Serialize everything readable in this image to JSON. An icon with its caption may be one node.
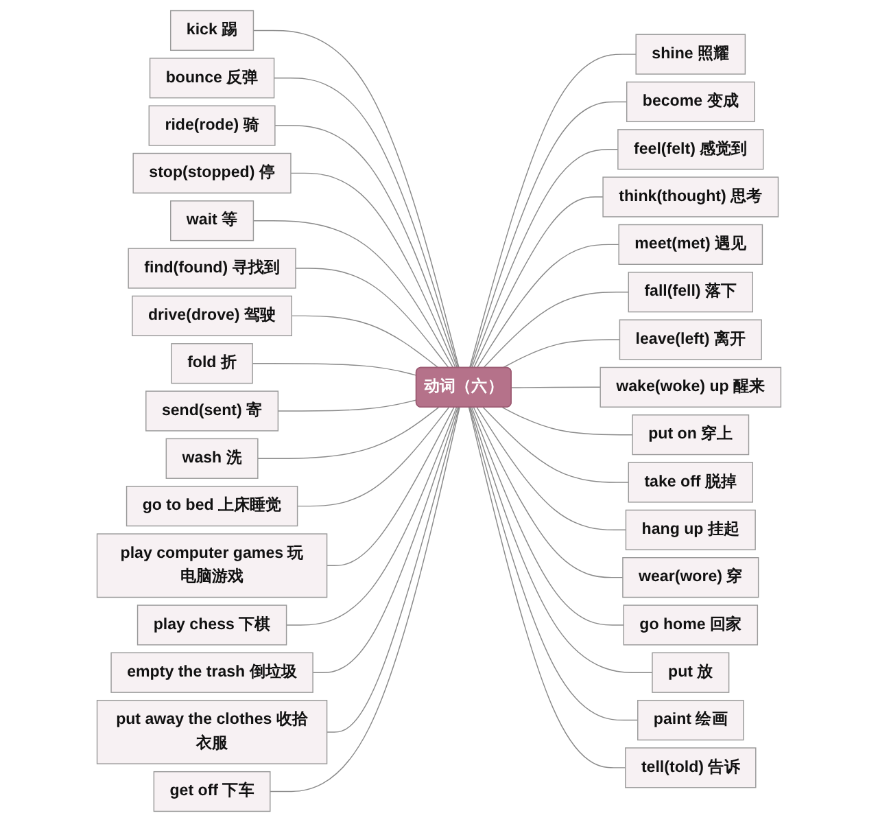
{
  "diagram": {
    "nodes": [
      {
        "text": [
          "动词（六）"
        ]
      },
      {
        "text": [
          "kick 踢"
        ]
      },
      {
        "text": [
          "bounce 反弹"
        ]
      },
      {
        "text": [
          "ride(rode) 骑"
        ]
      },
      {
        "text": [
          "stop(stopped) 停"
        ]
      },
      {
        "text": [
          "wait 等"
        ]
      },
      {
        "text": [
          "find(found) 寻找到"
        ]
      },
      {
        "text": [
          "drive(drove) 驾驶"
        ]
      },
      {
        "text": [
          "fold 折"
        ]
      },
      {
        "text": [
          "send(sent) 寄"
        ]
      },
      {
        "text": [
          "wash 洗"
        ]
      },
      {
        "text": [
          "go to bed 上床睡觉"
        ]
      },
      {
        "text": [
          "play computer games 玩电脑游戏"
        ]
      },
      {
        "text": [
          "play chess 下棋"
        ]
      },
      {
        "text": [
          "empty the trash 倒垃圾"
        ]
      },
      {
        "text": [
          "put away the clothes 收拾衣服"
        ]
      },
      {
        "text": [
          "get off 下车"
        ]
      },
      {
        "text": [
          "shine 照耀"
        ]
      },
      {
        "text": [
          "become 变成"
        ]
      },
      {
        "text": [
          "feel(felt) 感觉到"
        ]
      },
      {
        "text": [
          "think(thought) 思考"
        ]
      },
      {
        "text": [
          "meet(met) 遇见"
        ]
      },
      {
        "text": [
          "fall(fell) 落下"
        ]
      },
      {
        "text": [
          "leave(left) 离开"
        ]
      },
      {
        "text": [
          "wake(woke) up 醒来"
        ]
      },
      {
        "text": [
          "put on 穿上"
        ]
      },
      {
        "text": [
          "take off 脱掉"
        ]
      },
      {
        "text": [
          "hang up 挂起"
        ]
      },
      {
        "text": [
          "wear(wore) 穿"
        ]
      },
      {
        "text": [
          "go home 回家"
        ]
      },
      {
        "text": [
          "put 放"
        ]
      },
      {
        "text": [
          "paint 绘画"
        ]
      },
      {
        "text": [
          "tell(told) 告诉"
        ]
      }
    ],
    "edges": [
      {
        "from": 1,
        "to": 0,
        "arrow": "none"
      },
      {
        "from": 2,
        "to": 0,
        "arrow": "none"
      },
      {
        "from": 3,
        "to": 0,
        "arrow": "none"
      },
      {
        "from": 4,
        "to": 0,
        "arrow": "none"
      },
      {
        "from": 5,
        "to": 0,
        "arrow": "none"
      },
      {
        "from": 6,
        "to": 0,
        "arrow": "none"
      },
      {
        "from": 7,
        "to": 0,
        "arrow": "none"
      },
      {
        "from": 8,
        "to": 0,
        "arrow": "none"
      },
      {
        "from": 9,
        "to": 0,
        "arrow": "none"
      },
      {
        "from": 10,
        "to": 0,
        "arrow": "none"
      },
      {
        "from": 11,
        "to": 0,
        "arrow": "none"
      },
      {
        "from": 12,
        "to": 0,
        "arrow": "none"
      },
      {
        "from": 13,
        "to": 0,
        "arrow": "none"
      },
      {
        "from": 14,
        "to": 0,
        "arrow": "none"
      },
      {
        "from": 15,
        "to": 0,
        "arrow": "none"
      },
      {
        "from": 16,
        "to": 0,
        "arrow": "none"
      },
      {
        "from": 0,
        "to": 17,
        "arrow": "none"
      },
      {
        "from": 0,
        "to": 18,
        "arrow": "none"
      },
      {
        "from": 0,
        "to": 19,
        "arrow": "none"
      },
      {
        "from": 0,
        "to": 20,
        "arrow": "none"
      },
      {
        "from": 0,
        "to": 21,
        "arrow": "none"
      },
      {
        "from": 0,
        "to": 22,
        "arrow": "none"
      },
      {
        "from": 0,
        "to": 23,
        "arrow": "none"
      },
      {
        "from": 0,
        "to": 24,
        "arrow": "none"
      },
      {
        "from": 0,
        "to": 25,
        "arrow": "none"
      },
      {
        "from": 0,
        "to": 26,
        "arrow": "none"
      },
      {
        "from": 0,
        "to": 27,
        "arrow": "none"
      },
      {
        "from": 0,
        "to": 28,
        "arrow": "none"
      },
      {
        "from": 0,
        "to": 29,
        "arrow": "none"
      },
      {
        "from": 0,
        "to": 30,
        "arrow": "none"
      },
      {
        "from": 0,
        "to": 31,
        "arrow": "none"
      },
      {
        "from": 0,
        "to": 32,
        "arrow": "none"
      }
    ]
  }
}
